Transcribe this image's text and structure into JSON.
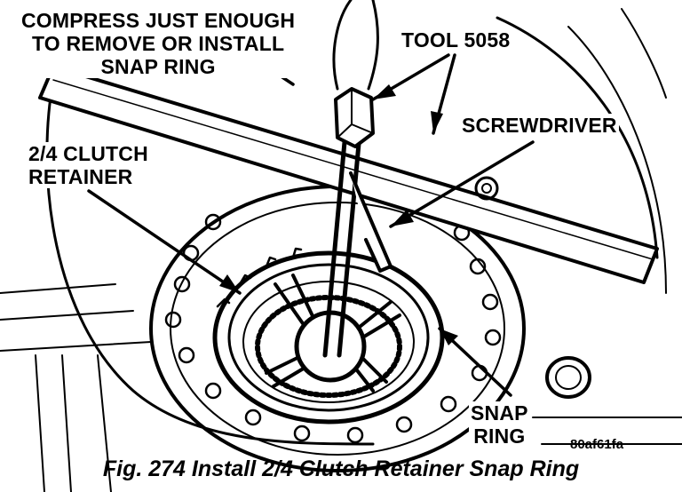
{
  "figure": {
    "labels": {
      "compress_line1": "COMPRESS JUST ENOUGH",
      "compress_line2": "TO REMOVE OR INSTALL",
      "compress_line3": "SNAP RING",
      "tool": "TOOL 5058",
      "screwdriver": "SCREWDRIVER",
      "retainer_line1": "2/4 CLUTCH",
      "retainer_line2": "RETAINER",
      "snap_ring_line1": "SNAP",
      "snap_ring_line2": "RING"
    },
    "code": "80af61fa",
    "caption": "Fig. 274 Install 2/4 Clutch Retainer Snap Ring"
  }
}
